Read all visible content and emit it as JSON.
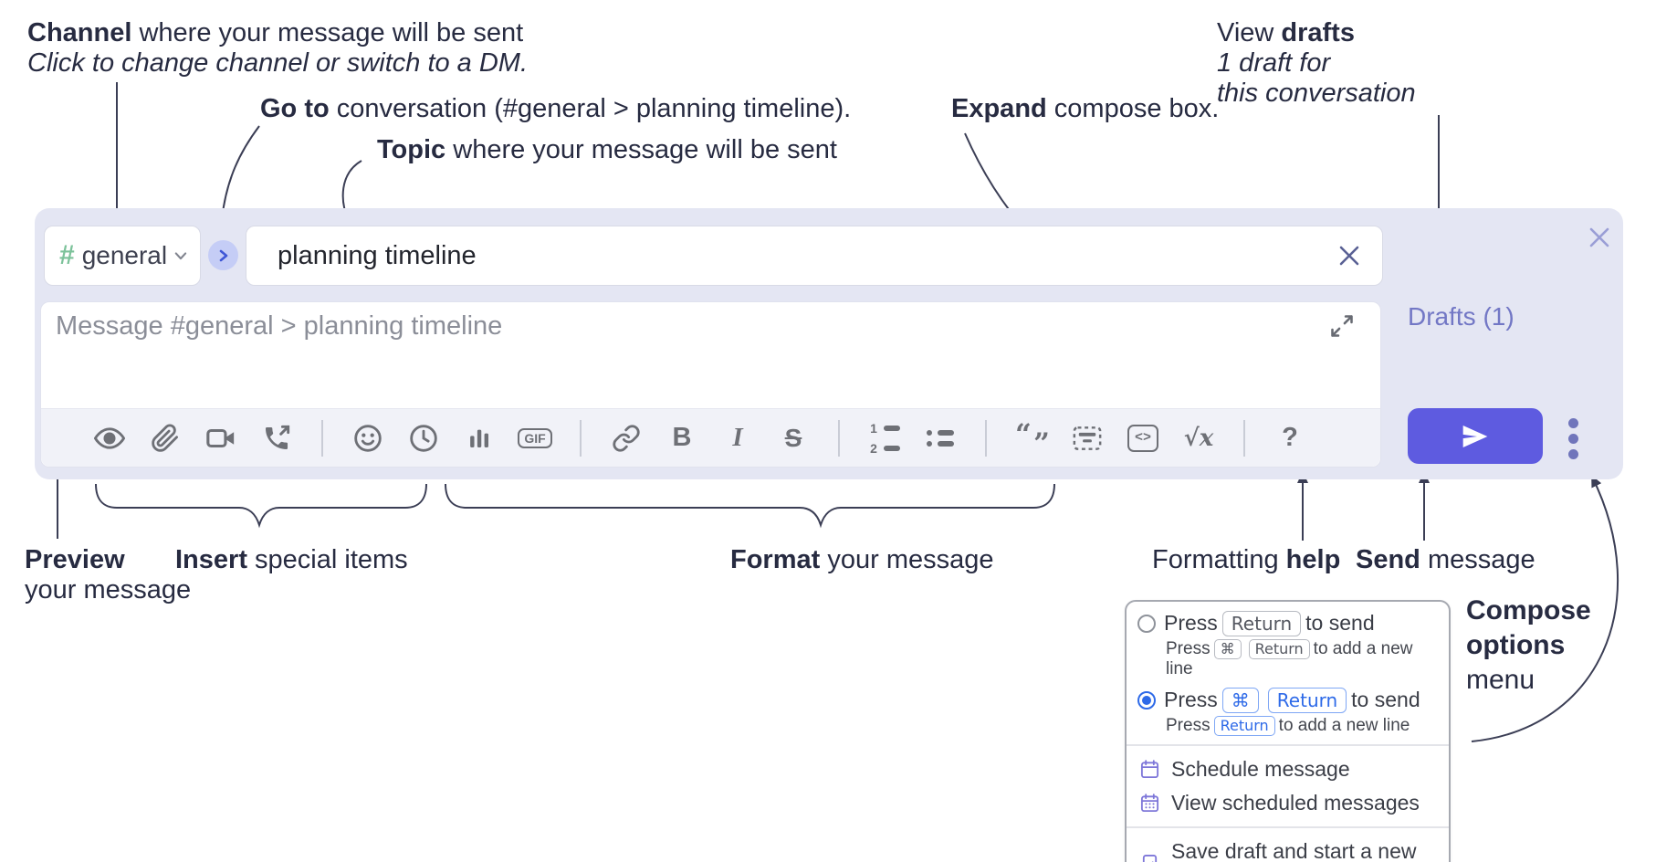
{
  "annotations": {
    "channel": {
      "bold": "Channel",
      "rest": " where your message will be sent",
      "sub": "Click to change channel or switch to a DM."
    },
    "goto": {
      "bold": "Go to",
      "rest": " conversation (#general > planning timeline)."
    },
    "topic": {
      "bold": "Topic",
      "rest": " where your message will be sent"
    },
    "expand": {
      "bold": "Expand",
      "rest": " compose box."
    },
    "drafts": {
      "pre": "View ",
      "bold": "drafts",
      "line2": "1 draft for",
      "line3": "this conversation"
    },
    "preview": {
      "bold": "Preview",
      "line2": "your message"
    },
    "insert": {
      "bold": "Insert",
      "rest": " special items"
    },
    "format": {
      "bold": "Format",
      "rest": " your message"
    },
    "help": {
      "pre": "Formatting ",
      "bold": "help"
    },
    "send": {
      "bold": "Send",
      "rest": " message"
    },
    "compose_menu": {
      "line1": "Compose",
      "line2": "options",
      "line3": "menu"
    }
  },
  "compose": {
    "channel": {
      "hash": "#",
      "name": "general"
    },
    "topic": "planning timeline",
    "placeholder": "Message #general > planning timeline",
    "drafts": "Drafts (1)"
  },
  "toolbar": {
    "gif": "GIF",
    "bold": "B",
    "italic": "I",
    "strike": "S",
    "math": "√x",
    "help": "?",
    "quote_open": "“",
    "quote_close": "”",
    "ol1": "1",
    "ol2": "2",
    "code": "<>"
  },
  "popup": {
    "opt1": {
      "pre": "Press",
      "key": "Return",
      "post": "to send",
      "sub_pre": "Press",
      "sub_key1": "⌘",
      "sub_key2": "Return",
      "sub_post": "to add a new line"
    },
    "opt2": {
      "pre": "Press",
      "key1": "⌘",
      "key2": "Return",
      "post": "to send",
      "sub_pre": "Press",
      "sub_key": "Return",
      "sub_post": "to add a new line"
    },
    "items": [
      "Schedule message",
      "View scheduled messages",
      "Save draft and start a new message"
    ]
  },
  "colors": {
    "compose_bg": "#e4e6f3",
    "send_button": "#5e5be0",
    "drafts_link": "#7277c5",
    "accent_blue": "#2e6ae8",
    "menu_icon_purple": "#7e77d9",
    "hash_green": "#7cc29a"
  }
}
